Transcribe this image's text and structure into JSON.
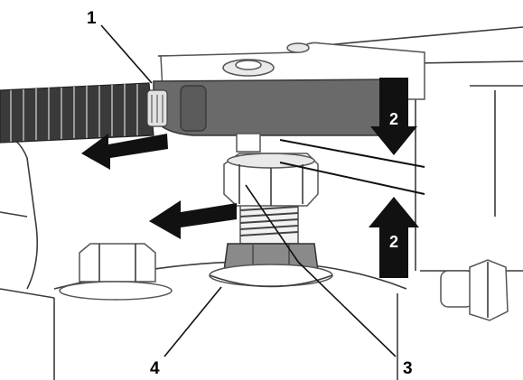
{
  "callouts": {
    "c1": "1",
    "c2_upper": "2",
    "c2_lower": "2",
    "c3": "3",
    "c4": "4"
  },
  "colors": {
    "arrow": "#111111",
    "arm": "#6a6a6a",
    "hose": "#3a3a3a",
    "outline": "#555555"
  }
}
